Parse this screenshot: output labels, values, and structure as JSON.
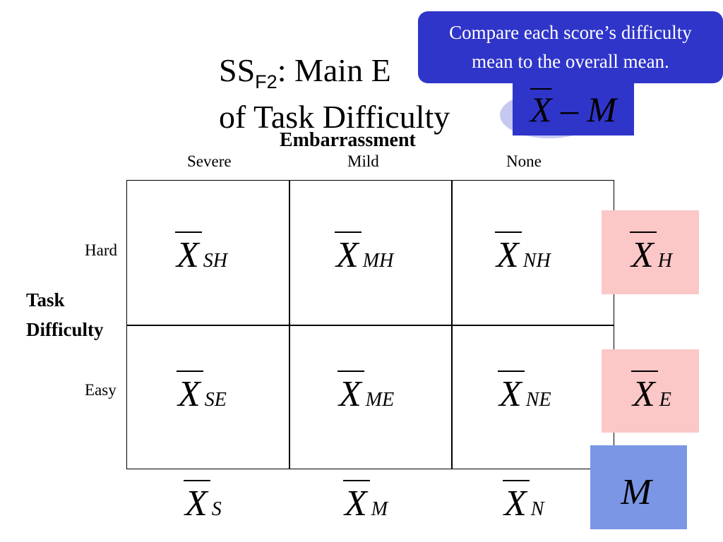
{
  "title": {
    "line1_prefix": "SS",
    "line1_sub": "F2",
    "line1_rest": ": Main E",
    "line2": "of Task Difficulty"
  },
  "callout": {
    "line1": "Compare each score’s difficulty",
    "line2": "mean to the overall mean.",
    "formula_x": "X",
    "formula_minus": " – ",
    "formula_m": "M"
  },
  "colors": {
    "callout": "#2f35c9",
    "row_mean_box": "#fcc7c7",
    "grand_mean_box": "#7b96e4"
  },
  "column_factor": {
    "label": "Embarrassment",
    "levels": [
      "Severe",
      "Mild",
      "None"
    ]
  },
  "row_factor": {
    "label_line1": "Task",
    "label_line2": "Difficulty",
    "levels": [
      "Hard",
      "Easy"
    ]
  },
  "cells": [
    [
      {
        "x": "X",
        "sub": "SH"
      },
      {
        "x": "X",
        "sub": "MH"
      },
      {
        "x": "X",
        "sub": "NH"
      }
    ],
    [
      {
        "x": "X",
        "sub": "SE"
      },
      {
        "x": "X",
        "sub": "ME"
      },
      {
        "x": "X",
        "sub": "NE"
      }
    ]
  ],
  "row_means": [
    {
      "x": "X",
      "sub": "H"
    },
    {
      "x": "X",
      "sub": "E"
    }
  ],
  "column_means": [
    {
      "x": "X",
      "sub": "S"
    },
    {
      "x": "X",
      "sub": "M"
    },
    {
      "x": "X",
      "sub": "N"
    }
  ],
  "grand_mean": "M"
}
